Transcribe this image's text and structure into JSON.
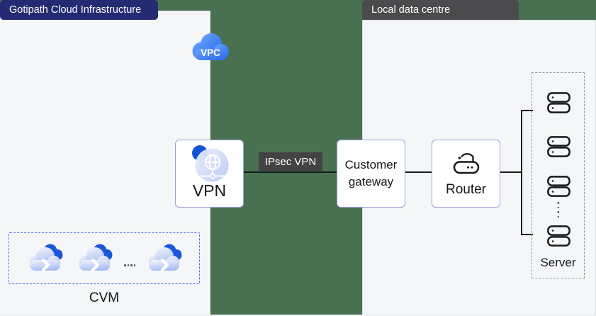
{
  "colors": {
    "background_green": "#497150",
    "panel_bg": "#f5f6f7",
    "cloud_header_bg": "#252b73",
    "datacentre_header_bg": "#4b4b4d",
    "ipsec_badge_bg": "#434343",
    "node_border": "#9ba0d8",
    "connector_line": "#17181c",
    "cvm_dashed_border": "#4a6fe3",
    "server_dashed_border": "#8f959b",
    "vpc_cloud_blue": "#2c66ee",
    "icon_dark_blue": "#1553d6"
  },
  "headers": {
    "cloud_infrastructure": "Gotipath Cloud Infrastructure",
    "local_data_centre": "Local data centre"
  },
  "diagram": {
    "vpc": {
      "label": "VPC",
      "icon": "cloud-icon"
    },
    "vpn": {
      "label": "VPN",
      "icon": "globe-network-icon"
    },
    "ipsec_link": {
      "label": "IPsec VPN"
    },
    "customer_gateway": {
      "label": "Customer gateway"
    },
    "router": {
      "label": "Router",
      "icon": "router-icon"
    },
    "server_group": {
      "label": "Server",
      "icon": "server-stack-icon",
      "visible_server_count": 4
    },
    "cvm_group": {
      "label": "CVM",
      "icon": "cloud-chevron-icon",
      "visible_instance_count": 3
    }
  }
}
